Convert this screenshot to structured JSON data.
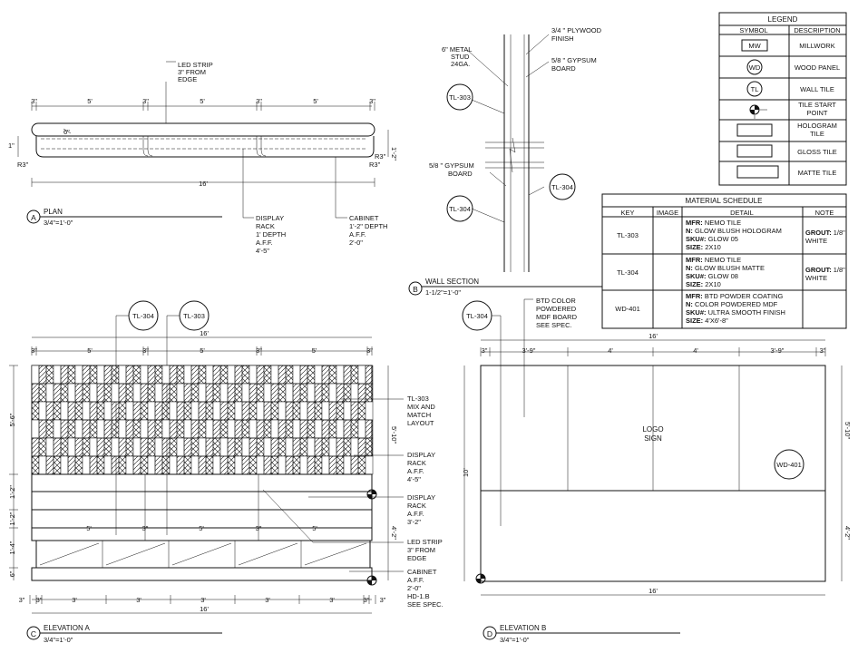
{
  "legend": {
    "title": "LEGEND",
    "col_symbol": "SYMBOL",
    "col_description": "DESCRIPTION",
    "rows": [
      {
        "symbol": "MW",
        "description": "MILLWORK"
      },
      {
        "symbol": "WD",
        "description": "WOOD PANEL"
      },
      {
        "symbol": "TL",
        "description": "WALL TILE"
      },
      {
        "symbol": "",
        "description": "TILE START",
        "description2": "POINT"
      },
      {
        "symbol": "",
        "description": "HOLOGRAM",
        "description2": "TILE"
      },
      {
        "symbol": "",
        "description": "GLOSS TILE"
      },
      {
        "symbol": "",
        "description": "MATTE TILE"
      }
    ]
  },
  "schedule": {
    "title": "MATERIAL SCHEDULE",
    "headers": [
      "KEY",
      "IMAGE",
      "DETAIL",
      "NOTE"
    ],
    "rows": [
      {
        "key": "TL-303",
        "mfr": "NEMO TILE",
        "n": "GLOW BLUSH HOLOGRAM",
        "sku": "GLOW 05",
        "size": "2X10",
        "grout_label": "GROUT:",
        "grout_val": "1/8\"",
        "grout_color": "WHITE"
      },
      {
        "key": "TL-304",
        "mfr": "NEMO TILE",
        "n": "GLOW BLUSH MATTE",
        "sku": "GLOW 08",
        "size": "2X10",
        "grout_label": "GROUT:",
        "grout_val": "1/8\"",
        "grout_color": "WHITE"
      },
      {
        "key": "WD-401",
        "mfr": "BTD POWDER COATING",
        "n": "COLOR POWDERED MDF",
        "sku": "ULTRA SMOOTH FINISH",
        "size": "4'X6'-8\"",
        "grout_label": "",
        "grout_val": "",
        "grout_color": ""
      }
    ],
    "labels": {
      "mfr": "MFR",
      "n": "N",
      "sku": "SKU#",
      "size": "SIZE"
    }
  },
  "plan": {
    "marker": "A",
    "title": "PLAN",
    "scale": "3/4\"=1'-0\"",
    "dims_top": [
      "3\"",
      "5'",
      "3\"",
      "5'",
      "3\"",
      "5'",
      "3\""
    ],
    "overall": "16'",
    "led_note": [
      "LED STRIP",
      "3\" FROM",
      "EDGE"
    ],
    "rack_note": [
      "DISPLAY",
      "RACK",
      "1' DEPTH",
      "A.F.F.",
      "4'-5\""
    ],
    "cabinet_note": [
      "CABINET",
      "1'-2\" DEPTH",
      "A.F.F.",
      "2'-0\""
    ],
    "left_dim": "1\"",
    "right_dim": "1'-2\"",
    "r_left": "R3\"",
    "r_right1": "R3\"",
    "r_right2": "R3\"",
    "inner_dim": "6\""
  },
  "section": {
    "marker": "B",
    "title": "WALL SECTION",
    "scale": "1-1/2\"=1'-0\"",
    "stud": [
      "6\" METAL",
      "STUD",
      "24GA."
    ],
    "plywood": [
      "3/4 \" PLYWOOD",
      "FINISH"
    ],
    "gyp_right": [
      "5/8 \" GYPSUM",
      "BOARD"
    ],
    "gyp_left": [
      "5/8 \" GYPSUM",
      "BOARD"
    ],
    "tag_top": "TL-303",
    "tag_left": "TL-304",
    "tag_right": "TL-304"
  },
  "elevA": {
    "marker": "C",
    "title": "ELEVATION A",
    "scale": "3/4\"=1'-0\"",
    "tag1": "TL-304",
    "tag2": "TL-303",
    "overall_top": "16'",
    "dims_top": [
      "3\"",
      "5'",
      "3\"",
      "5'",
      "3\"",
      "5'",
      "3\""
    ],
    "dims_mid": [
      "5'",
      "3\"",
      "5'",
      "3\"",
      "5'"
    ],
    "dims_bottom": [
      "3\"",
      "3\"",
      "3'",
      "3'",
      "3'",
      "3'",
      "3'",
      "3\"",
      "3\""
    ],
    "overall_bottom": "16'",
    "left_dims": [
      "5'-6\"",
      "1'-2\"",
      "1'-2\"",
      "1'-4\"",
      "6\""
    ],
    "right_dims": [
      "5'-10\"",
      "4'-2\""
    ],
    "notes": {
      "tl303": [
        "TL-303",
        "MIX AND",
        "MATCH",
        "LAYOUT"
      ],
      "rack1": [
        "DISPLAY",
        "RACK",
        "A.F.F.",
        "4'-5\""
      ],
      "rack2": [
        "DISPLAY",
        "RACK",
        "A.F.F.",
        "3'-2\""
      ],
      "led": [
        "LED STRIP",
        "3\" FROM",
        "EDGE"
      ],
      "cab": [
        "CABINET",
        "A.F.F.",
        "2'-0\"",
        "HD-1.B",
        "SEE SPEC."
      ]
    }
  },
  "elevB": {
    "marker": "D",
    "title": "ELEVATION B",
    "scale": "3/4\"=1'-0\"",
    "tag": "TL-304",
    "tag_wd": "WD-401",
    "btd_note": [
      "BTD COLOR",
      "POWDERED",
      "MDF BOARD",
      "SEE SPEC."
    ],
    "overall_top": "16'",
    "dims_top": [
      "3\"",
      "3'-9\"",
      "4'",
      "4'",
      "3'-9\"",
      "3\""
    ],
    "overall_bottom": "16'",
    "left_dim": "10'",
    "right_dims": [
      "5'-10\"",
      "4'-2\""
    ],
    "logo": [
      "LOGO",
      "SIGN"
    ]
  }
}
